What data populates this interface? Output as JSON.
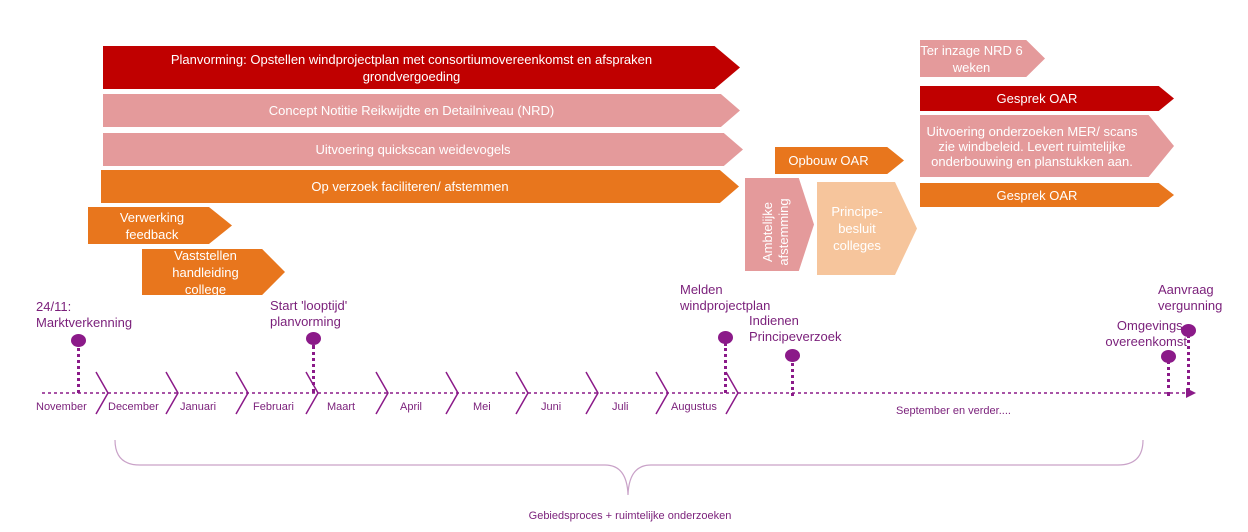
{
  "arrows": {
    "planvorming": "Planvorming: Opstellen windprojectplan met consortiumovereenkomst en afspraken grondvergoeding",
    "concept_nrd": "Concept Notitie Reikwijdte en Detailniveau (NRD)",
    "quickscan": "Uitvoering quickscan weidevogels",
    "faciliteren": "Op verzoek faciliteren/ afstemmen",
    "verwerking": "Verwerking feedback",
    "vaststellen": "Vaststellen handleiding college",
    "ambtelijke": "Ambtelijke afstemming",
    "opbouw_oar": "Opbouw OAR",
    "principebesluit": "Principe-besluit colleges",
    "ter_inzage": "Ter inzage NRD 6 weken",
    "gesprek_oar_1": "Gesprek OAR",
    "uitvoering_onderzoeken": "Uitvoering onderzoeken MER/ scans zie windbeleid. Levert ruimtelijke onderbouwing en planstukken aan.",
    "gesprek_oar_2": "Gesprek OAR"
  },
  "milestones": {
    "marktverkenning": "24/11: Marktverkenning",
    "start_looptijd": "Start 'looptijd' planvorming",
    "melden": "Melden windprojectplan",
    "indienen": "Indienen Principeverzoek",
    "omgevings": "Omgevings-overeenkomst",
    "aanvraag": "Aanvraag vergunning"
  },
  "months": [
    "November",
    "December",
    "Januari",
    "Februari",
    "Maart",
    "April",
    "Mei",
    "Juni",
    "Juli",
    "Augustus",
    "September en verder...."
  ],
  "brace_label": "Gebiedsproces + ruimtelijke onderzoeken",
  "colors": {
    "dark_red": "#c00000",
    "pink": "#e49a9b",
    "orange": "#e8761d",
    "peach": "#f6c59c",
    "purple": "#8b1a89"
  }
}
